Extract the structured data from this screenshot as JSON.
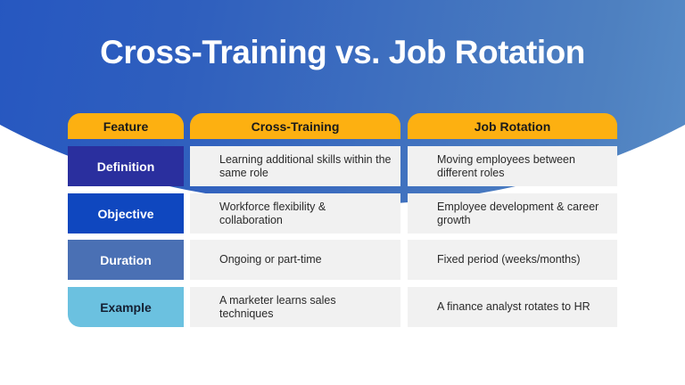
{
  "title": "Cross-Training vs. Job Rotation",
  "table": {
    "headers": [
      "Feature",
      "Cross-Training",
      "Job Rotation"
    ],
    "rows": [
      {
        "feature": "Definition",
        "cross_training": "Learning additional skills within the same role",
        "job_rotation": "Moving employees between different roles"
      },
      {
        "feature": "Objective",
        "cross_training": "Workforce flexibility & collaboration",
        "job_rotation": "Employee development & career growth"
      },
      {
        "feature": "Duration",
        "cross_training": "Ongoing or part-time",
        "job_rotation": "Fixed period (weeks/months)"
      },
      {
        "feature": "Example",
        "cross_training": "A marketer learns sales techniques",
        "job_rotation": "A finance analyst rotates to HR"
      }
    ]
  },
  "colors": {
    "header": "#fdb011",
    "row_definition": "#2a2f9e",
    "row_objective": "#0f47bf",
    "row_duration": "#4a70b4",
    "row_example": "#6bc1e0",
    "cell_bg": "#f1f1f1"
  }
}
